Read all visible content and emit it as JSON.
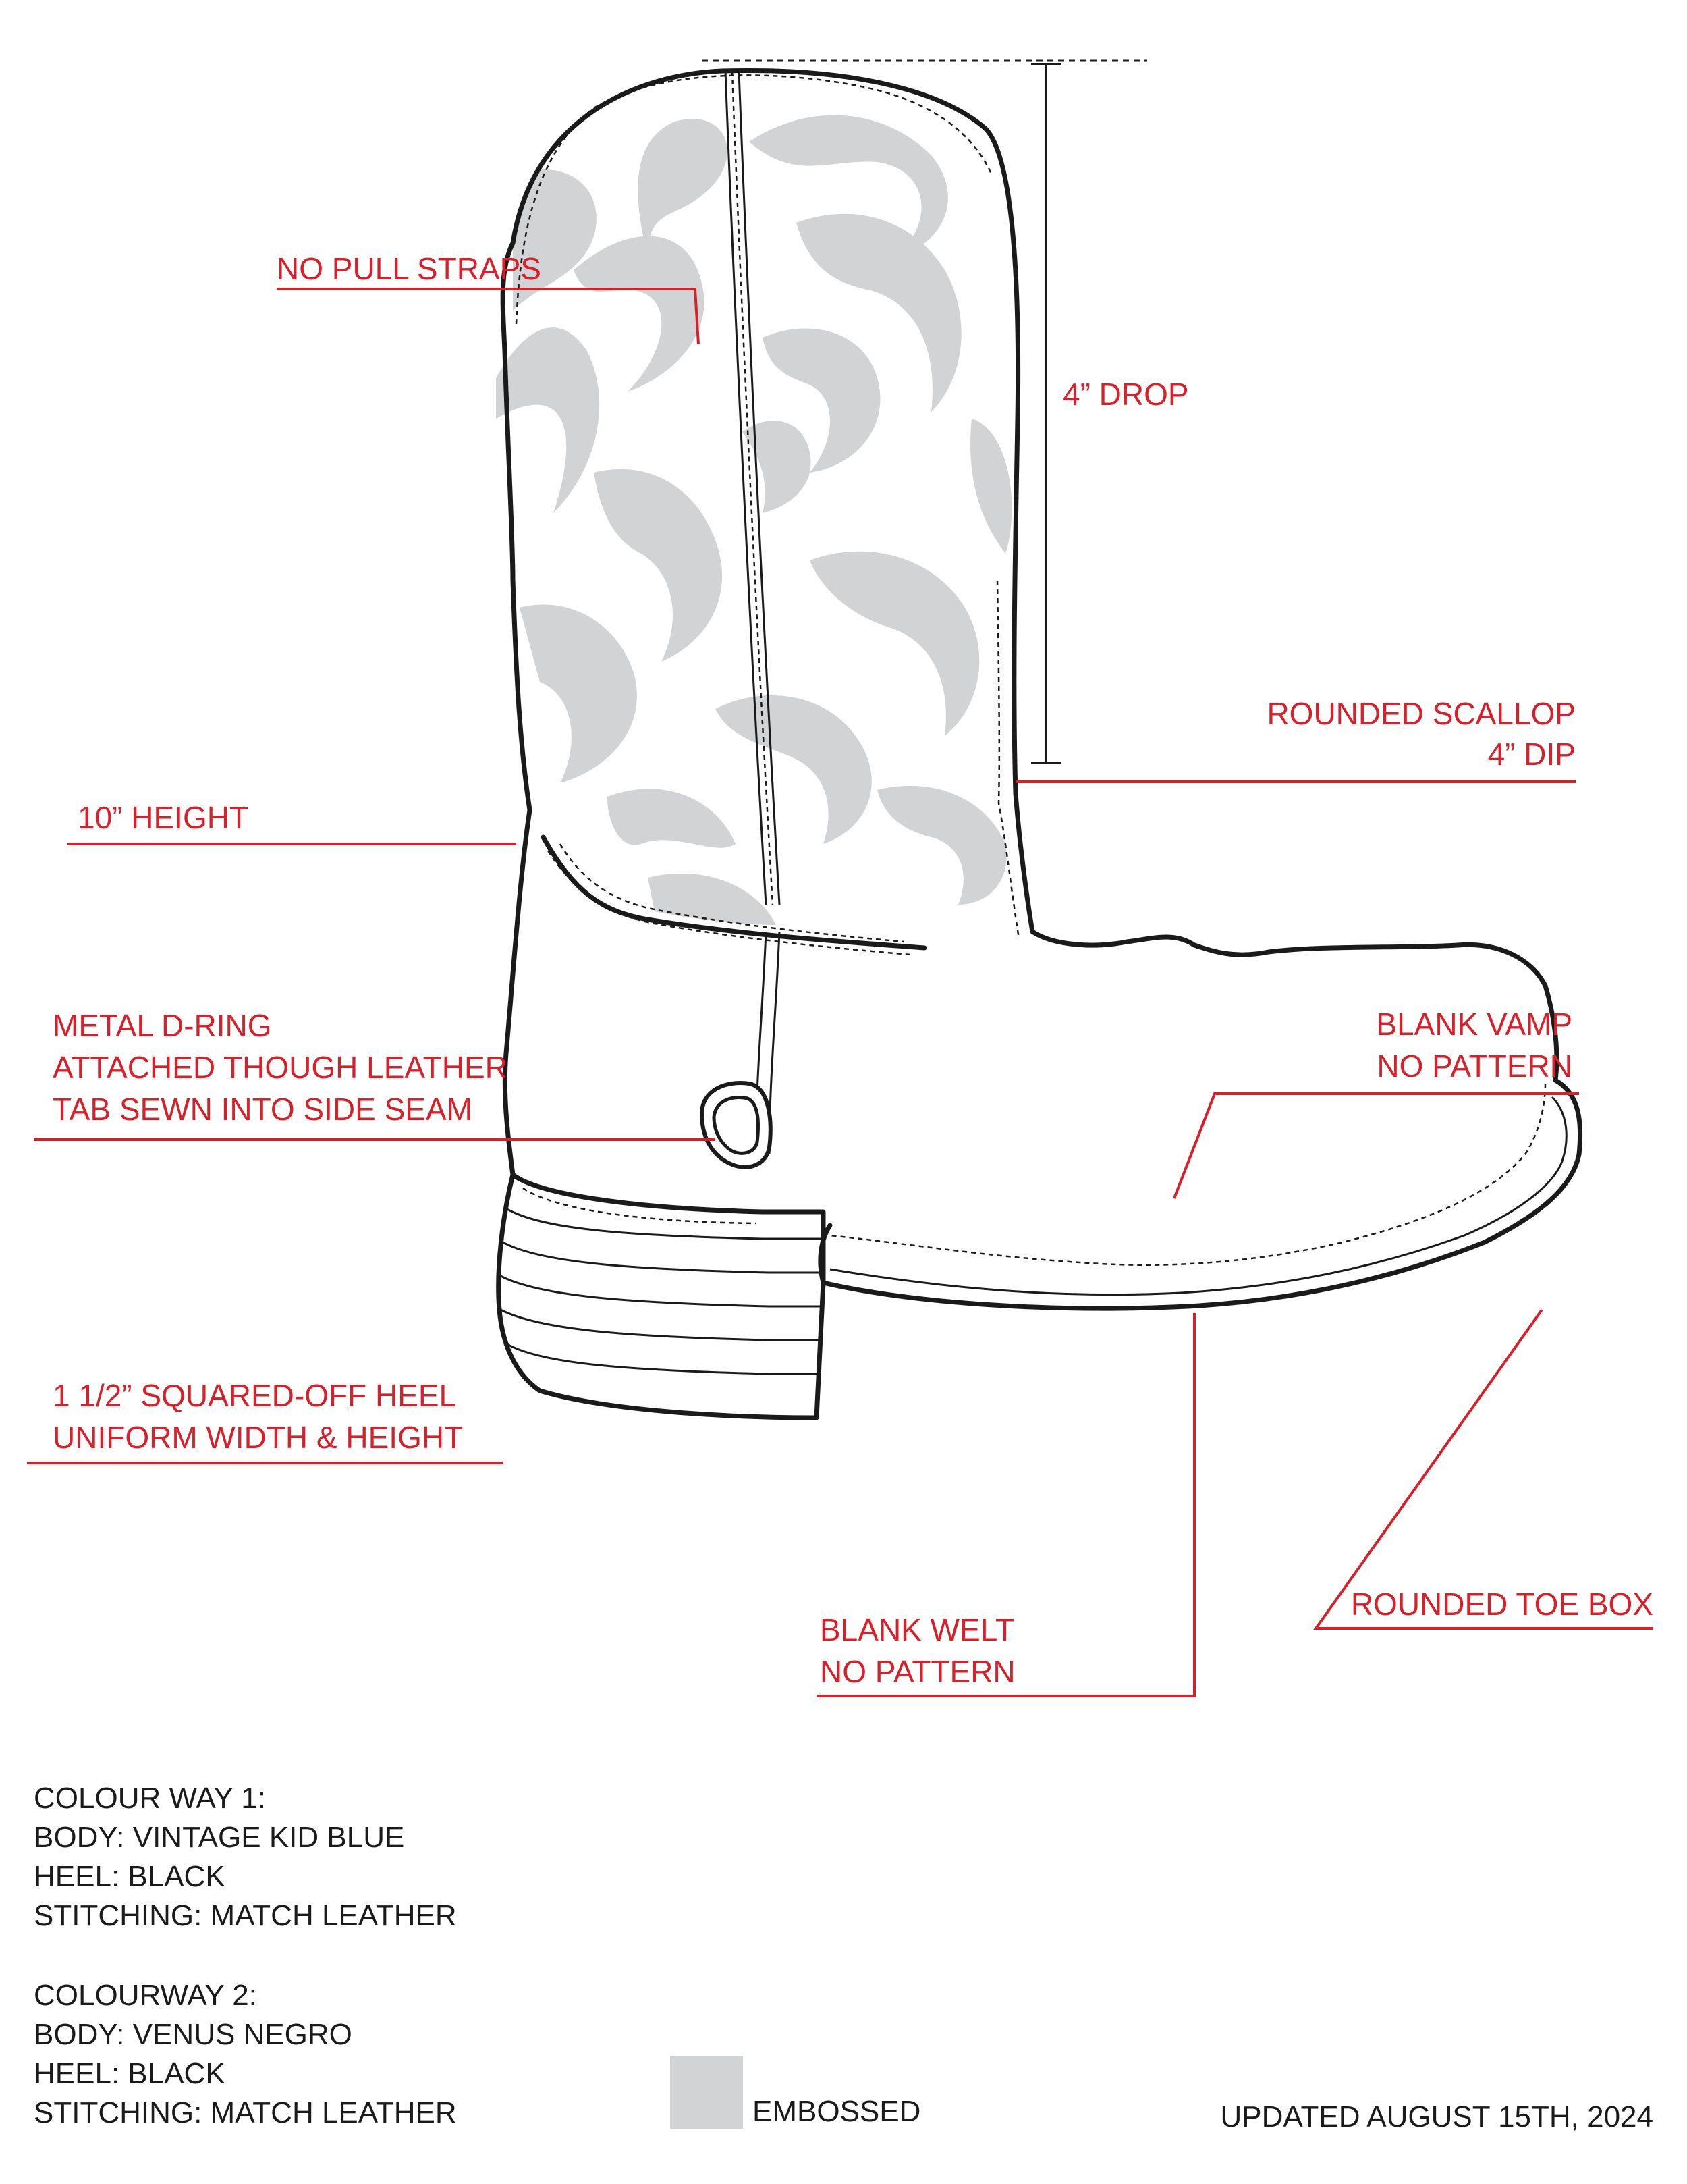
{
  "callouts": {
    "pull_straps": "NO PULL STRAPS",
    "drop": "4” DROP",
    "scallop_1": "ROUNDED SCALLOP",
    "scallop_2": "4” DIP",
    "height": "10” HEIGHT",
    "dring_1": "METAL D-RING",
    "dring_2": "ATTACHED THOUGH LEATHER",
    "dring_3": "TAB  SEWN INTO SIDE SEAM",
    "vamp_1": "BLANK VAMP",
    "vamp_2": "NO PATTERN",
    "heel_1": "1 1/2” SQUARED-OFF HEEL",
    "heel_2": "UNIFORM WIDTH & HEIGHT",
    "toe": "ROUNDED TOE BOX",
    "welt_1": "BLANK WELT",
    "welt_2": "NO PATTERN"
  },
  "colourways": [
    {
      "title": "COLOUR WAY 1:",
      "body": "BODY: VINTAGE KID BLUE",
      "heel": "HEEL: BLACK",
      "stitching": "STITCHING: MATCH LEATHER"
    },
    {
      "title": "COLOURWAY 2:",
      "body": "BODY: VENUS NEGRO",
      "heel": "HEEL: BLACK",
      "stitching": "STITCHING: MATCH LEATHER"
    }
  ],
  "legend": {
    "label": "EMBOSSED",
    "swatch_color": "#d2d3d5"
  },
  "updated": "UPDATED AUGUST 15TH, 2024",
  "colors": {
    "callout": "#d7202a",
    "outline": "#1a1a1a",
    "embossed": "#d2d3d5"
  }
}
